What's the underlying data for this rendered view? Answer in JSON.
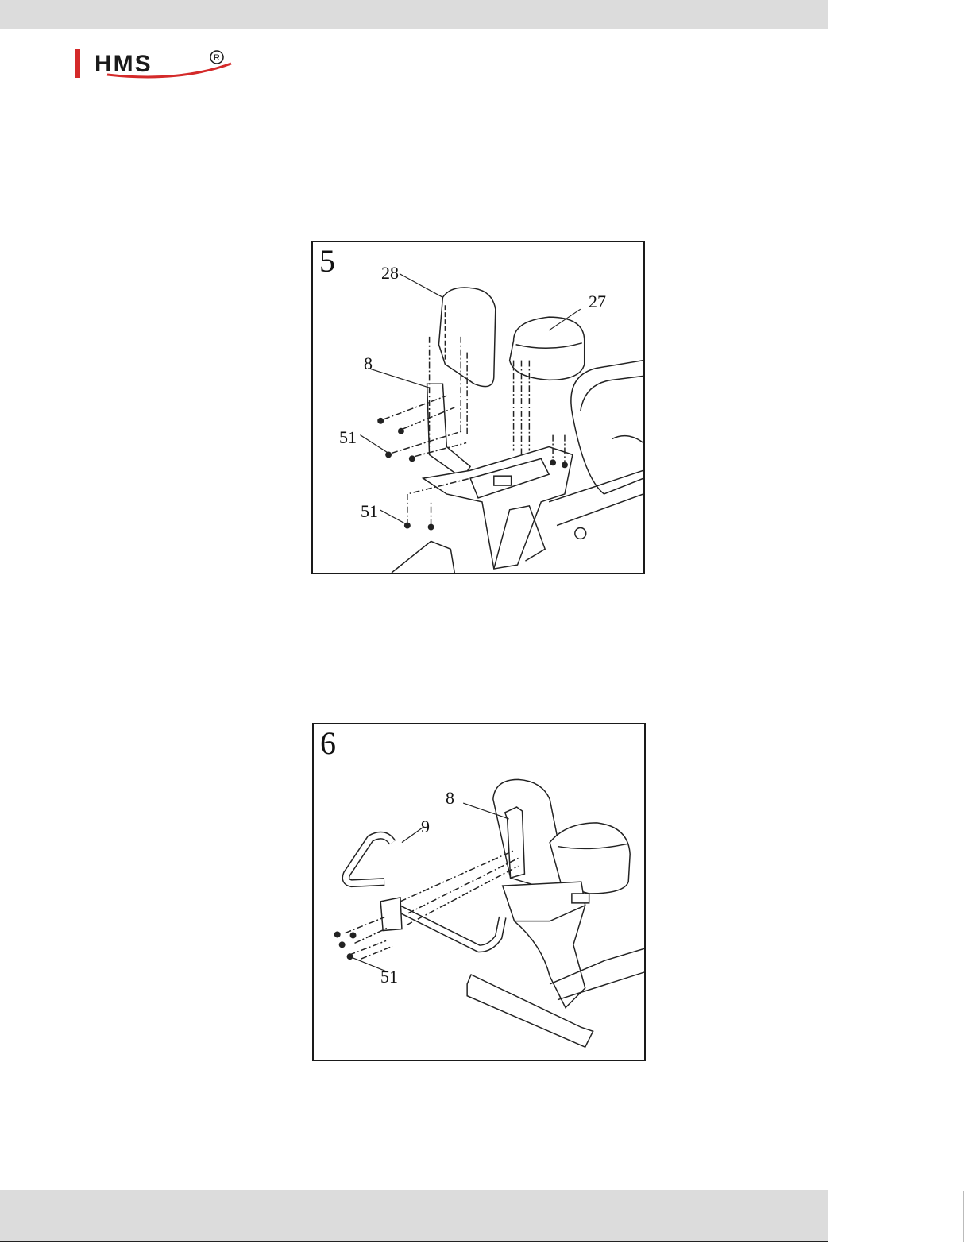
{
  "header": {
    "logo_text": "HMS",
    "registered_mark": "R",
    "brand_color": "#d42a2a"
  },
  "figures": [
    {
      "step": "5",
      "labels": {
        "backrest": "28",
        "seat": "27",
        "frame_post": "8",
        "bolts_upper": "51",
        "bolts_lower": "51"
      }
    },
    {
      "step": "6",
      "labels": {
        "frame_post": "8",
        "handlebar": "9",
        "bolts": "51"
      }
    }
  ]
}
